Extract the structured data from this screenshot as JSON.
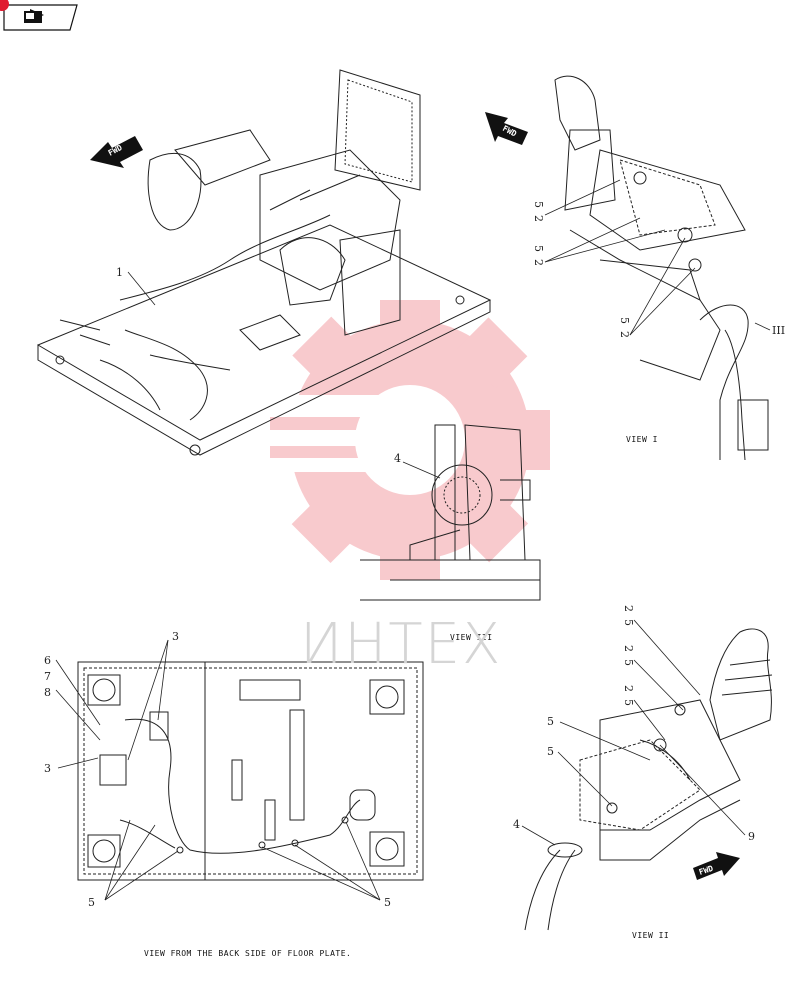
{
  "watermark": {
    "text": "ИНТЕХ",
    "color": "#e8434f"
  },
  "nav": {
    "icon": "folder-arrow-icon"
  },
  "fwd_label": "FWD",
  "views": {
    "view1": "VIEW I",
    "view2": "VIEW II",
    "view3": "VIEW III",
    "floor": "VIEW FROM THE BACK SIDE OF FLOOR PLATE."
  },
  "callouts": {
    "c1": "1",
    "c2a": "2",
    "c5a": "5",
    "c2b": "2",
    "c5b": "5",
    "c2c": "2",
    "c5c": "5",
    "c4": "4",
    "c6": "6",
    "c7": "7",
    "c8": "8",
    "c3a": "3",
    "c3b": "3",
    "c5l": "5",
    "c5r": "5",
    "c2d": "2",
    "c5d": "5",
    "c2e": "2",
    "c5e": "5",
    "c2f": "2",
    "c5f": "5",
    "c5g": "5",
    "c5h": "5",
    "c4b": "4",
    "c9": "9",
    "ciii": "III"
  }
}
